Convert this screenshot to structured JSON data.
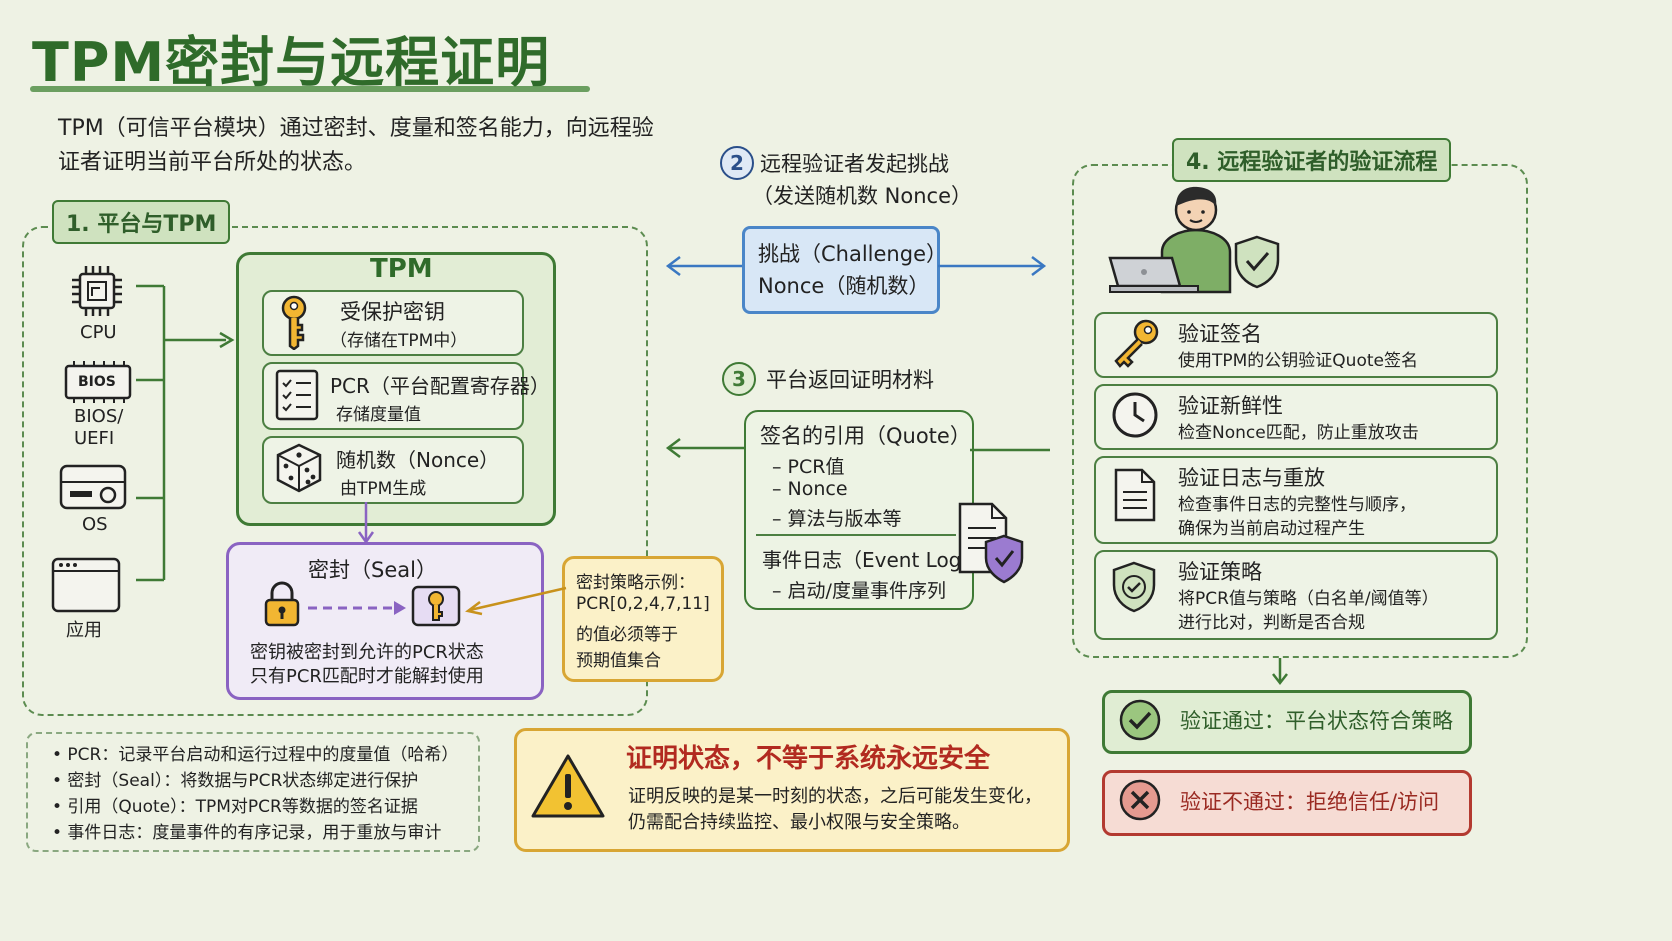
{
  "title": "TPM密封与远程证明",
  "intro": "TPM（可信平台模块）通过密封、度量和签名能力，向远程验证者证明当前平台所处的状态。",
  "section1": {
    "tag": "1. 平台与TPM",
    "components": [
      "CPU",
      "BIOS/\nUEFI",
      "OS",
      "应用"
    ],
    "bios_chip_label": "BIOS",
    "tpm": {
      "title": "TPM",
      "rows": [
        {
          "title": "受保护密钥",
          "sub": "（存储在TPM中）",
          "icon": "key-icon"
        },
        {
          "title": "PCR（平台配置寄存器）",
          "sub": "存储度量值",
          "icon": "checklist-icon"
        },
        {
          "title": "随机数（Nonce）",
          "sub": "由TPM生成",
          "icon": "dice-icon"
        }
      ]
    },
    "seal": {
      "title": "密封（Seal）",
      "line1": "密钥被密封到允许的PCR状态",
      "line2": "只有PCR匹配时才能解封使用"
    },
    "policy": {
      "title": "密封策略示例：",
      "line1": "PCR[0,2,4,7,11]",
      "line2": "的值必须等于",
      "line3": "预期值集合"
    }
  },
  "step2": {
    "num": "2",
    "title": "远程验证者发起挑战",
    "sub": "（发送随机数 Nonce）",
    "box_line1": "挑战（Challenge）",
    "box_line2": "Nonce（随机数）"
  },
  "step3": {
    "num": "3",
    "title": "平台返回证明材料",
    "quote_title": "签名的引用（Quote）",
    "quote_items": [
      "– PCR值",
      "– Nonce",
      "– 算法与版本等"
    ],
    "log_title": "事件日志（Event Log）",
    "log_item": "– 启动/度量事件序列"
  },
  "section4": {
    "tag": "4. 远程验证者的验证流程",
    "steps": [
      {
        "title": "验证签名",
        "desc": "使用TPM的公钥验证Quote签名",
        "icon": "key-icon"
      },
      {
        "title": "验证新鲜性",
        "desc": "检查Nonce匹配，防止重放攻击",
        "icon": "clock-icon"
      },
      {
        "title": "验证日志与重放",
        "desc": "检查事件日志的完整性与顺序，",
        "desc2": "确保为当前启动过程产生",
        "icon": "document-icon"
      },
      {
        "title": "验证策略",
        "desc": "将PCR值与策略（白名单/阈值等）",
        "desc2": "进行比对，判断是否合规",
        "icon": "shield-check-icon"
      }
    ],
    "pass": "验证通过：平台状态符合策略",
    "fail": "验证不通过：拒绝信任/访问"
  },
  "glossary": [
    "• PCR：记录平台启动和运行过程中的度量值（哈希）",
    "• 密封（Seal）：将数据与PCR状态绑定进行保护",
    "• 引用（Quote）：TPM对PCR等数据的签名证据",
    "• 事件日志：度量事件的有序记录，用于重放与审计"
  ],
  "warning": {
    "title": "证明状态，不等于系统永远安全",
    "line1": "证明反映的是某一时刻的状态，之后可能发生变化，",
    "line2": "仍需配合持续监控、最小权限与安全策略。"
  },
  "colors": {
    "green": "#3f7a35",
    "blue": "#4a86c8",
    "purple": "#8a63c2",
    "yellow": "#d8a634",
    "red": "#b33a30"
  }
}
